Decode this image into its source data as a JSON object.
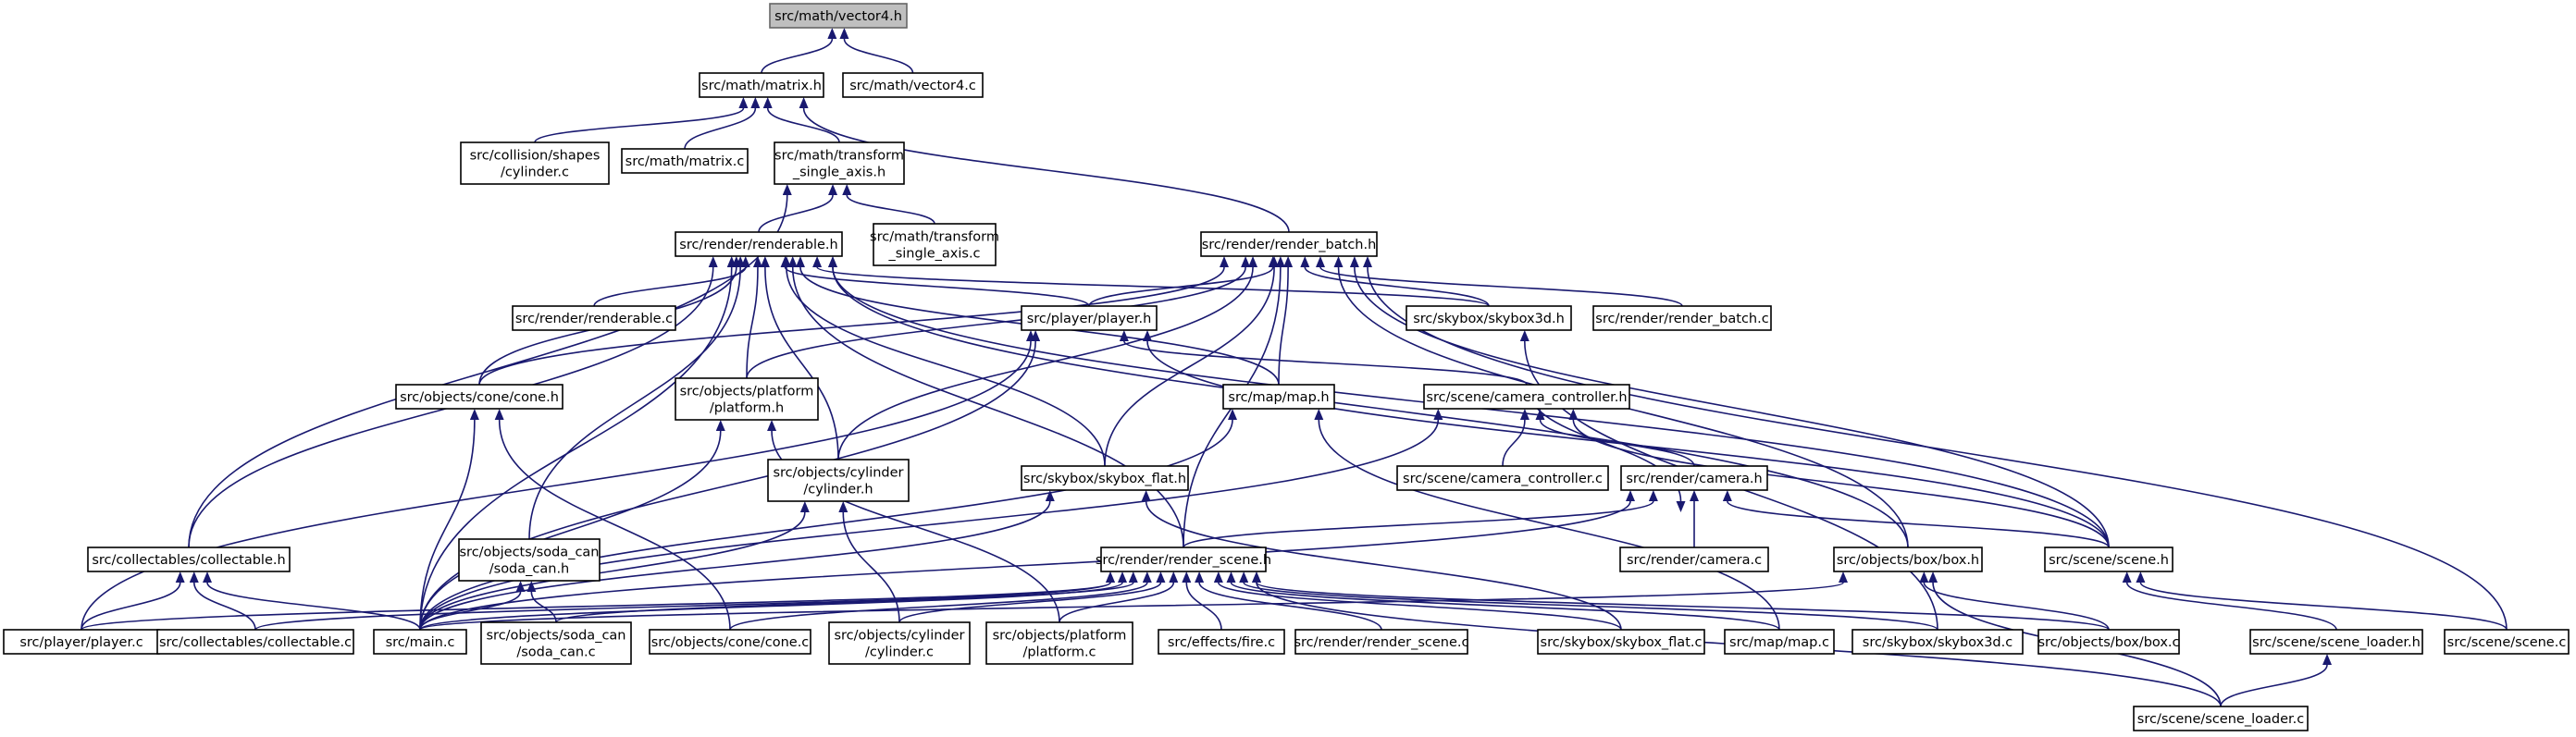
{
  "title": "src/math/vector4.h",
  "colors": {
    "edge": "#191970",
    "node_border": "#000000",
    "root_fill": "#bfbfbf",
    "node_fill": "#ffffff"
  },
  "nodes": {
    "vector4_h": [
      "src/math/vector4.h"
    ],
    "matrix_h": [
      "src/math/matrix.h"
    ],
    "vector4_c": [
      "src/math/vector4.c"
    ],
    "cylinder_shape_c": [
      "src/collision/shapes",
      "/cylinder.c"
    ],
    "matrix_c": [
      "src/math/matrix.c"
    ],
    "transform_h": [
      "src/math/transform",
      "_single_axis.h"
    ],
    "transform_c": [
      "src/math/transform",
      "_single_axis.c"
    ],
    "render_batch_h": [
      "src/render/render_batch.h"
    ],
    "renderable_h": [
      "src/render/renderable.h"
    ],
    "renderable_c": [
      "src/render/renderable.c"
    ],
    "player_h": [
      "src/player/player.h"
    ],
    "skybox3d_h": [
      "src/skybox/skybox3d.h"
    ],
    "render_batch_c": [
      "src/render/render_batch.c"
    ],
    "cone_h": [
      "src/objects/cone/cone.h"
    ],
    "platform_h": [
      "src/objects/platform",
      "/platform.h"
    ],
    "map_h": [
      "src/map/map.h"
    ],
    "camera_controller_h": [
      "src/scene/camera_controller.h"
    ],
    "cylinder_h": [
      "src/objects/cylinder",
      "/cylinder.h"
    ],
    "skybox_flat_h": [
      "src/skybox/skybox_flat.h"
    ],
    "camera_controller_c": [
      "src/scene/camera_controller.c"
    ],
    "camera_h": [
      "src/render/camera.h"
    ],
    "soda_can_h": [
      "src/objects/soda_can",
      "/soda_can.h"
    ],
    "collectable_h": [
      "src/collectables/collectable.h"
    ],
    "camera_c": [
      "src/render/camera.c"
    ],
    "render_scene_h": [
      "src/render/render_scene.h"
    ],
    "box_h": [
      "src/objects/box/box.h"
    ],
    "scene_h": [
      "src/scene/scene.h"
    ],
    "player_c": [
      "src/player/player.c"
    ],
    "collectable_c": [
      "src/collectables/collectable.c"
    ],
    "main_c": [
      "src/main.c"
    ],
    "soda_can_c": [
      "src/objects/soda_can",
      "/soda_can.c"
    ],
    "cone_c": [
      "src/objects/cone/cone.c"
    ],
    "cylinder_c": [
      "src/objects/cylinder",
      "/cylinder.c"
    ],
    "platform_c": [
      "src/objects/platform",
      "/platform.c"
    ],
    "fire_c": [
      "src/effects/fire.c"
    ],
    "render_scene_c": [
      "src/render/render_scene.c"
    ],
    "skybox_flat_c": [
      "src/skybox/skybox_flat.c"
    ],
    "map_c": [
      "src/map/map.c"
    ],
    "skybox3d_c": [
      "src/skybox/skybox3d.c"
    ],
    "box_c": [
      "src/objects/box/box.c"
    ],
    "scene_loader_h": [
      "src/scene/scene_loader.h"
    ],
    "scene_c": [
      "src/scene/scene.c"
    ],
    "scene_loader_c": [
      "src/scene/scene_loader.c"
    ]
  }
}
